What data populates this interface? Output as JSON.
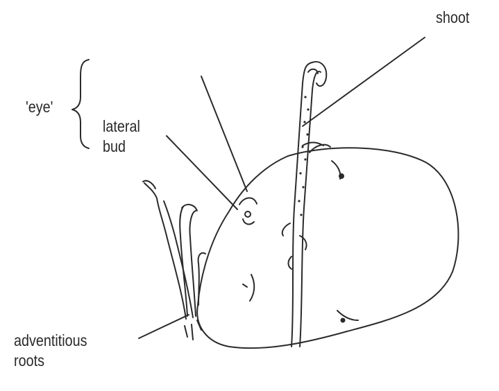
{
  "diagram": {
    "labels": {
      "shoot": "shoot",
      "eye": "'eye'",
      "lateral_bud_line1": "lateral",
      "lateral_bud_line2": "bud",
      "adventitious_roots_line1": "adventitious",
      "adventitious_roots_line2": "roots"
    },
    "colors": {
      "ink": "#2a2a2a",
      "background": "#ffffff"
    }
  }
}
